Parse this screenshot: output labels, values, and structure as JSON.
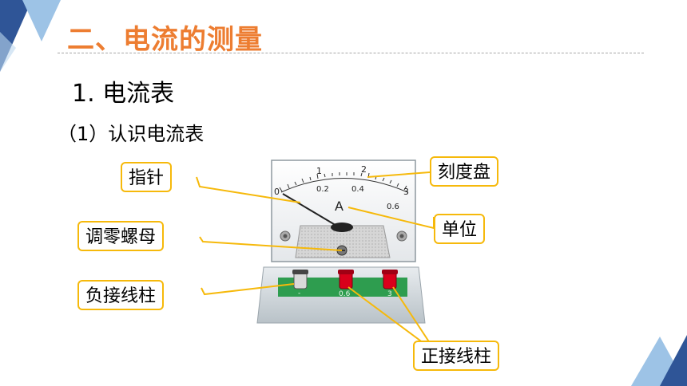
{
  "slide": {
    "title": "二、电流的测量",
    "heading": "1. 电流表",
    "subheading": "（1）认识电流表"
  },
  "meter": {
    "scale_top": [
      "1",
      "2",
      "3"
    ],
    "scale_bottom": [
      "0.2",
      "0.4",
      "0.6"
    ],
    "zero_label": "0",
    "unit_symbol": "A",
    "terminal_labels": [
      "-",
      "0.6",
      "3"
    ]
  },
  "callouts": {
    "pointer": "指针",
    "dial": "刻度盘",
    "unit": "单位",
    "zero_adjust": "调零螺母",
    "negative_terminal": "负接线柱",
    "positive_terminal": "正接线柱"
  },
  "colors": {
    "title": "#ed7d31",
    "callout_border": "#f6b90b",
    "accent_blue": "#2f5597",
    "terminal_red": "#d9001b",
    "base_green": "#2e9d4f"
  }
}
